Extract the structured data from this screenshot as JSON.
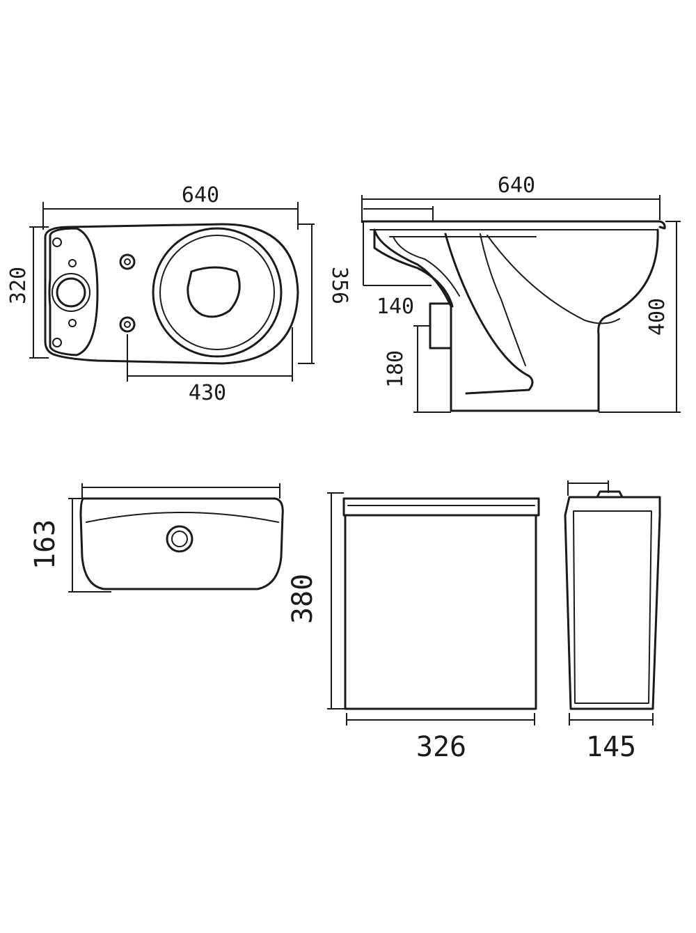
{
  "dimensions": {
    "top_view_length": "640",
    "top_view_width": "320",
    "top_view_depth": "356",
    "fixing_distance": "430",
    "side_view_length": "640",
    "outlet_height": "140",
    "inlet_height": "180",
    "bowl_height": "400",
    "cistern_depth": "163",
    "cistern_height": "380",
    "cistern_width": "326",
    "cistern_side_depth": "145"
  }
}
